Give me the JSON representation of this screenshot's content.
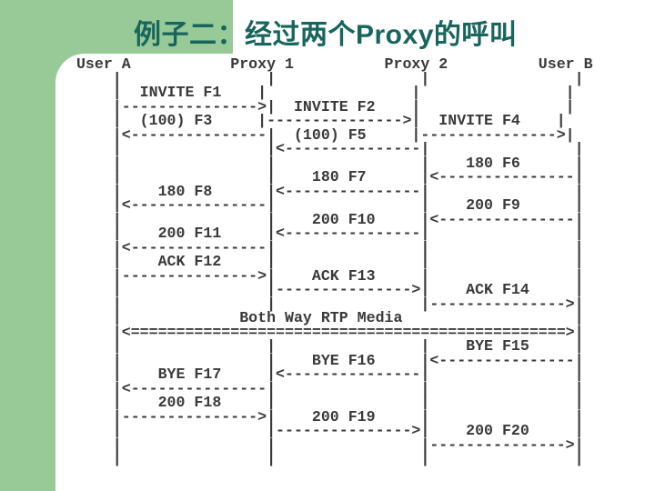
{
  "slide": {
    "title": "例子二：经过两个Proxy的呼叫",
    "colors": {
      "band_green": "#98ca98",
      "title_teal": "#17655c",
      "diagram_text": "#3a3a3a",
      "background": "#ffffff"
    }
  },
  "diagram": {
    "type": "sip-call-flow-sequence",
    "participants": [
      "User A",
      "Proxy 1",
      "Proxy 2",
      "User B"
    ],
    "messages": [
      {
        "label": "INVITE F1",
        "from": "User A",
        "to": "Proxy 1"
      },
      {
        "label": "INVITE F2",
        "from": "Proxy 1",
        "to": "Proxy 2"
      },
      {
        "label": "(100) F3",
        "from": "Proxy 1",
        "to": "User A"
      },
      {
        "label": "INVITE F4",
        "from": "Proxy 2",
        "to": "User B"
      },
      {
        "label": "(100) F5",
        "from": "Proxy 2",
        "to": "Proxy 1"
      },
      {
        "label": "180 F6",
        "from": "User B",
        "to": "Proxy 2"
      },
      {
        "label": "180 F7",
        "from": "Proxy 2",
        "to": "Proxy 1"
      },
      {
        "label": "180 F8",
        "from": "Proxy 1",
        "to": "User A"
      },
      {
        "label": "200 F9",
        "from": "User B",
        "to": "Proxy 2"
      },
      {
        "label": "200 F10",
        "from": "Proxy 2",
        "to": "Proxy 1"
      },
      {
        "label": "200 F11",
        "from": "Proxy 1",
        "to": "User A"
      },
      {
        "label": "ACK F12",
        "from": "User A",
        "to": "Proxy 1"
      },
      {
        "label": "ACK F13",
        "from": "Proxy 1",
        "to": "Proxy 2"
      },
      {
        "label": "ACK F14",
        "from": "Proxy 2",
        "to": "User B"
      },
      {
        "label": "Both Way RTP Media",
        "from": "User A",
        "to": "User B",
        "bidirectional": true
      },
      {
        "label": "BYE F15",
        "from": "User B",
        "to": "Proxy 2"
      },
      {
        "label": "BYE F16",
        "from": "Proxy 2",
        "to": "Proxy 1"
      },
      {
        "label": "BYE F17",
        "from": "Proxy 1",
        "to": "User A"
      },
      {
        "label": "200 F18",
        "from": "User A",
        "to": "Proxy 1"
      },
      {
        "label": "200 F19",
        "from": "Proxy 1",
        "to": "Proxy 2"
      },
      {
        "label": "200 F20",
        "from": "Proxy 2",
        "to": "User B"
      }
    ],
    "ascii": [
      " User A           Proxy 1          Proxy 2          User B",
      "     |                |                |                |",
      "     |  INVITE F1    |                |                |",
      "     |--------------->|  INVITE F2    |                |",
      "     |  (100) F3     |--------------->|  INVITE F4    |",
      "     |<---------------|  (100) F5     |--------------->|",
      "     |                |<---------------|                |",
      "     |                |                |    180 F6      |",
      "     |                |    180 F7      |<---------------|",
      "     |    180 F8      |<---------------|                |",
      "     |<---------------|                |    200 F9      |",
      "     |                |    200 F10     |<---------------|",
      "     |    200 F11     |<---------------|                |",
      "     |<---------------|                |                |",
      "     |    ACK F12     |                |                |",
      "     |--------------->|    ACK F13     |                |",
      "     |                |--------------->|    ACK F14     |",
      "     |                |                |--------------->|",
      "     |             Both Way RTP Media                   |",
      "     |<================================================>|",
      "     |                |                |    BYE F15     |",
      "     |                |    BYE F16     |<---------------|",
      "     |    BYE F17     |<---------------|                |",
      "     |<---------------|                |                |",
      "     |    200 F18     |                |                |",
      "     |--------------->|    200 F19     |                |",
      "     |                |--------------->|    200 F20     |",
      "     |                |                |--------------->|",
      "     |                |                |                |"
    ]
  }
}
